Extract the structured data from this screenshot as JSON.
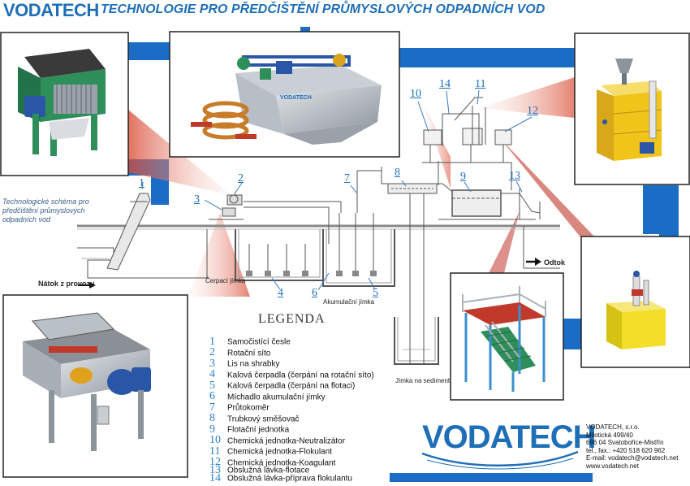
{
  "header": {
    "logo_text": "VODATECH",
    "title": "TECHNOLOGIE PRO PŘEDČIŠTĚNÍ PRŮMYSLOVÝCH ODPADNÍCH VOD"
  },
  "scheme": {
    "caption": "Technologické schéma pro předčištění průmyslových odpadních vod",
    "inlet_label": "Nátok z provozu",
    "outlet_label": "Odtok",
    "pump_sump_label": "Čerpací jímka",
    "accumulation_tank_label": "Akumulační jímka",
    "sediment_tank_label": "Jímka na sediment",
    "callout_numbers": [
      "1",
      "2",
      "3",
      "4",
      "5",
      "6",
      "7",
      "8",
      "9",
      "10",
      "11",
      "12",
      "13",
      "14"
    ]
  },
  "legend": {
    "title": "LEGENDA",
    "items": [
      {
        "num": "1",
        "label": "Samočistící česle"
      },
      {
        "num": "2",
        "label": "Rotační síto"
      },
      {
        "num": "3",
        "label": "Lis na shrabky"
      },
      {
        "num": "4",
        "label": "Kalová čerpadla (čerpání na rotační síto)"
      },
      {
        "num": "5",
        "label": "Kalová čerpadla (čerpání na flotaci)"
      },
      {
        "num": "6",
        "label": "Míchadlo akumulační jímky"
      },
      {
        "num": "7",
        "label": "Průtokoměr"
      },
      {
        "num": "8",
        "label": "Trubkový směšovač"
      },
      {
        "num": "9",
        "label": "Flotační jednotka"
      },
      {
        "num": "10",
        "label": "Chemická jednotka-Neutralizátor"
      },
      {
        "num": "11",
        "label": "Chemická jednotka-Flokulant"
      },
      {
        "num": "12",
        "label": "Chemická jednotka-Koagulant"
      },
      {
        "num": "13",
        "label": "Obslužná lávka-flotace"
      },
      {
        "num": "14",
        "label": "Obslužná lávka-příprava flokulantu"
      }
    ]
  },
  "company": {
    "brand": "VODATECH",
    "contact_lines": [
      "VODATECH, s.r.o.",
      "Milotická 499/40",
      "696 04 Svatobořice-Mistřín",
      "tel., fax.: +420 518 620 962",
      "E-mail: vodatech@vodatech.net",
      "www.vodatech.net"
    ]
  },
  "colors": {
    "brand_blue": "#1e6fb8",
    "band_blue": "#1a6cc4",
    "callout_red": "#c0392b",
    "equipment_green": "#2f8f5a",
    "tank_yellow": "#f0c419",
    "pump_blue": "#2a56a8"
  }
}
